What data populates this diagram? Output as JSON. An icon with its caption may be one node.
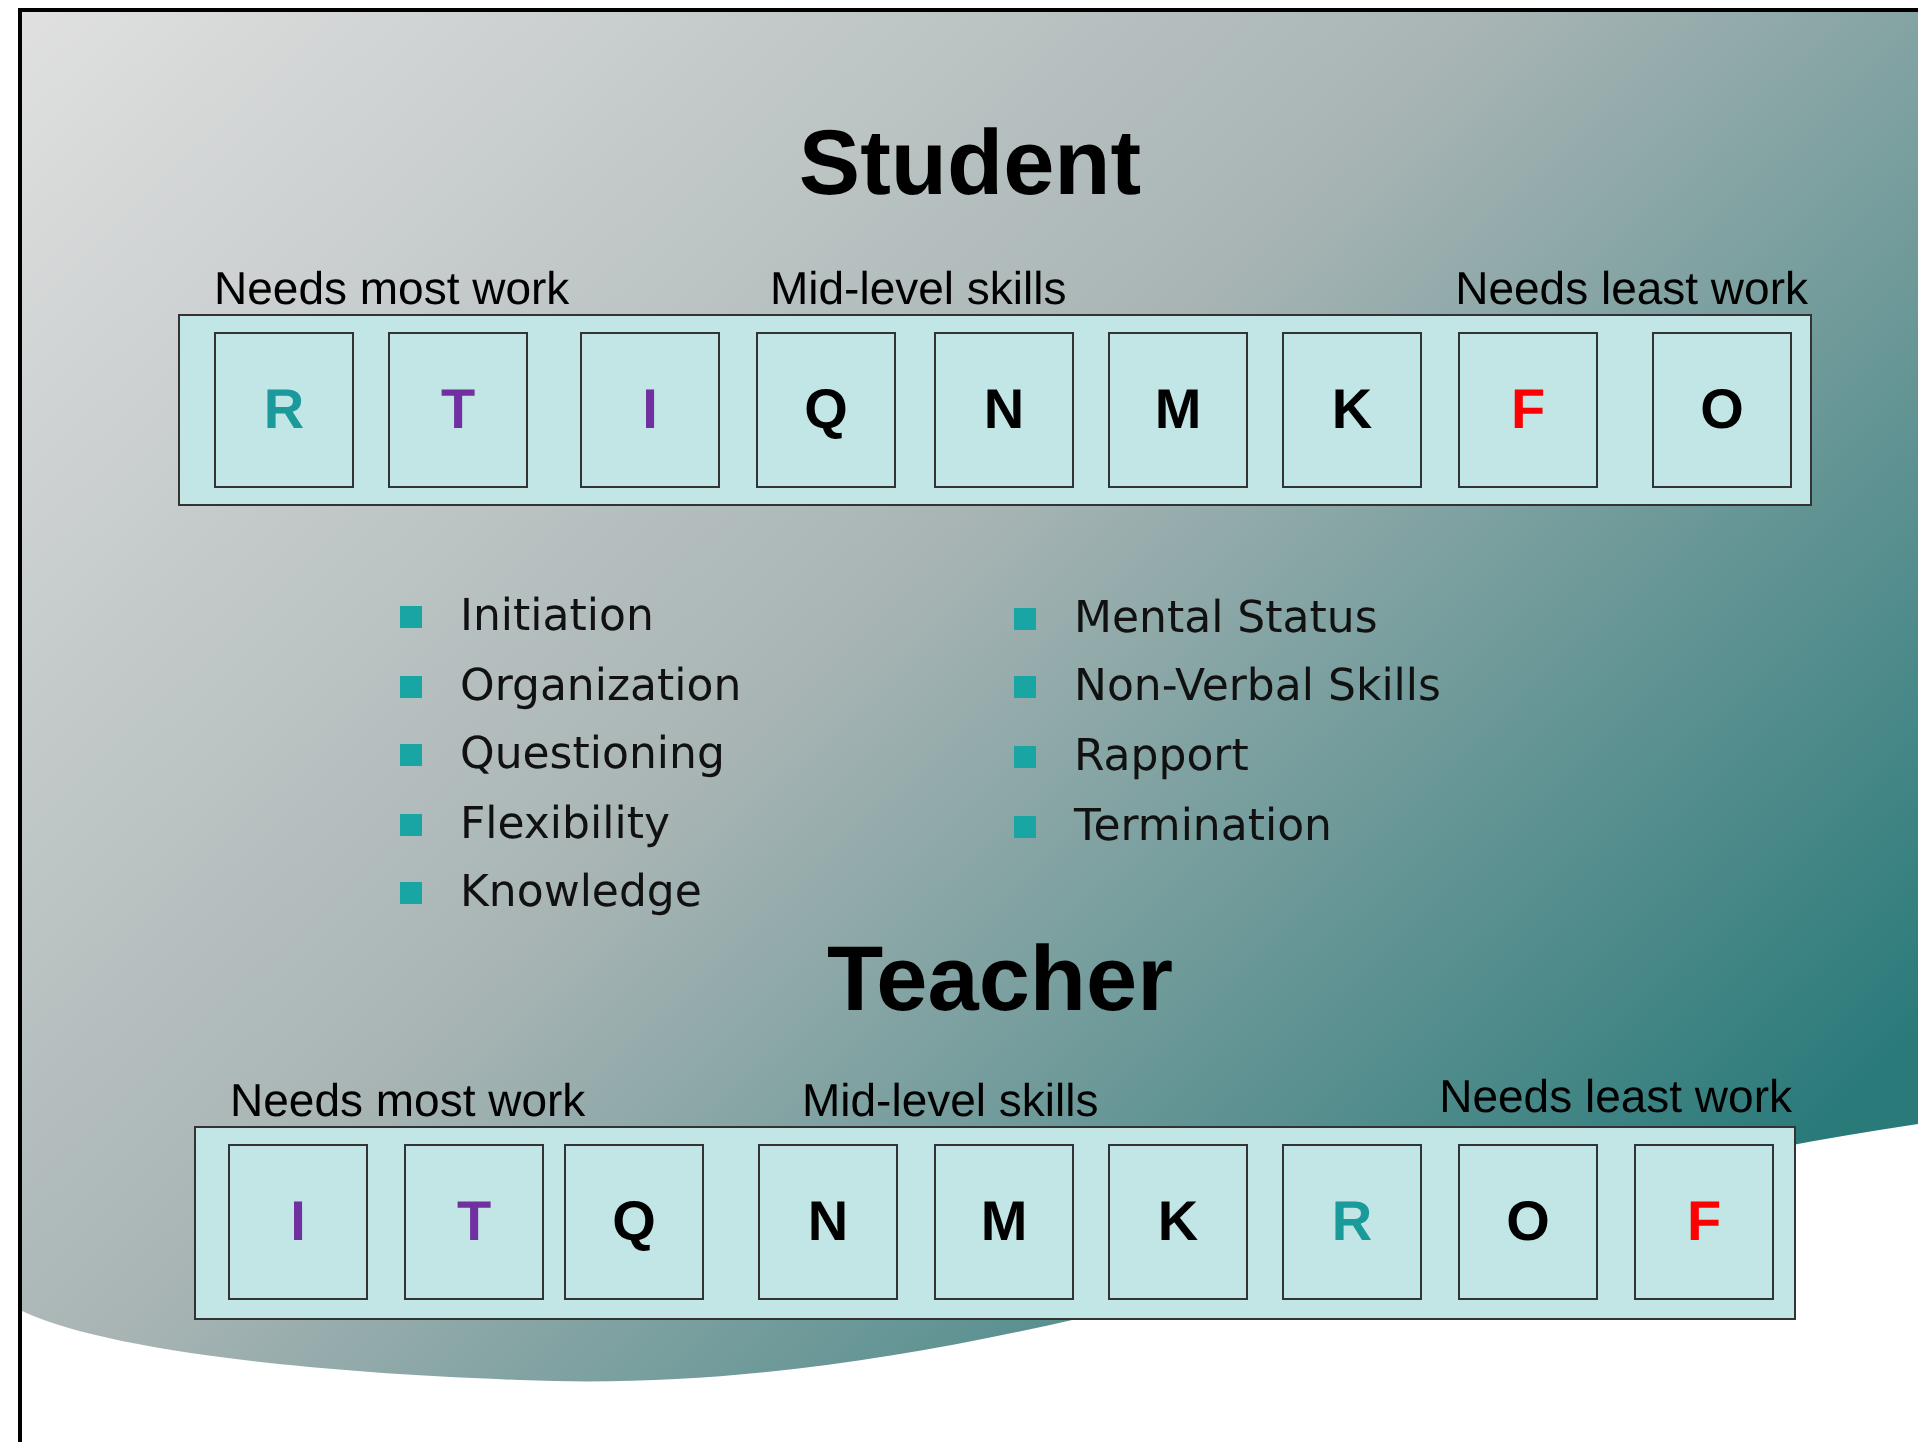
{
  "diagram": {
    "nodes": [
      {
        "text": [
          "Student",
          "Needs most work",
          "Mid-level skills",
          "Needs least work"
        ]
      },
      {
        "text": [
          "R"
        ],
        "in": 0
      },
      {
        "text": [
          "T"
        ],
        "in": 0
      },
      {
        "text": [
          "I"
        ],
        "in": 0
      },
      {
        "text": [
          "Q"
        ],
        "in": 0
      },
      {
        "text": [
          "N"
        ],
        "in": 0
      },
      {
        "text": [
          "M"
        ],
        "in": 0
      },
      {
        "text": [
          "K"
        ],
        "in": 0
      },
      {
        "text": [
          "F"
        ],
        "in": 0
      },
      {
        "text": [
          "O"
        ],
        "in": 0
      },
      {
        "text": [
          "Teacher",
          "Needs most work",
          "Mid-level skills",
          "Needs least work"
        ]
      },
      {
        "text": [
          "I"
        ],
        "in": 10
      },
      {
        "text": [
          "T"
        ],
        "in": 10
      },
      {
        "text": [
          "Q"
        ],
        "in": 10
      },
      {
        "text": [
          "N"
        ],
        "in": 10
      },
      {
        "text": [
          "M"
        ],
        "in": 10
      },
      {
        "text": [
          "K"
        ],
        "in": 10
      },
      {
        "text": [
          "R"
        ],
        "in": 10
      },
      {
        "text": [
          "O"
        ],
        "in": 10
      },
      {
        "text": [
          "F"
        ],
        "in": 10
      }
    ],
    "labels": [
      "Initiation",
      "Organization",
      "Questioning",
      "Flexibility",
      "Knowledge",
      "Mental Status",
      "Non-Verbal Skills",
      "Rapport",
      "Termination"
    ]
  }
}
